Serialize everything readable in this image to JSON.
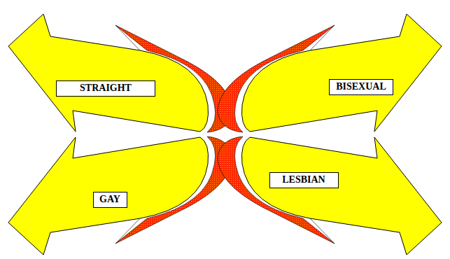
{
  "diagram": {
    "nodes": [
      {
        "text": [
          "STRAIGHT"
        ]
      },
      {
        "text": [
          "BISEXUAL"
        ]
      },
      {
        "text": [
          "GAY"
        ]
      },
      {
        "text": [
          "LESBIAN"
        ]
      }
    ]
  }
}
